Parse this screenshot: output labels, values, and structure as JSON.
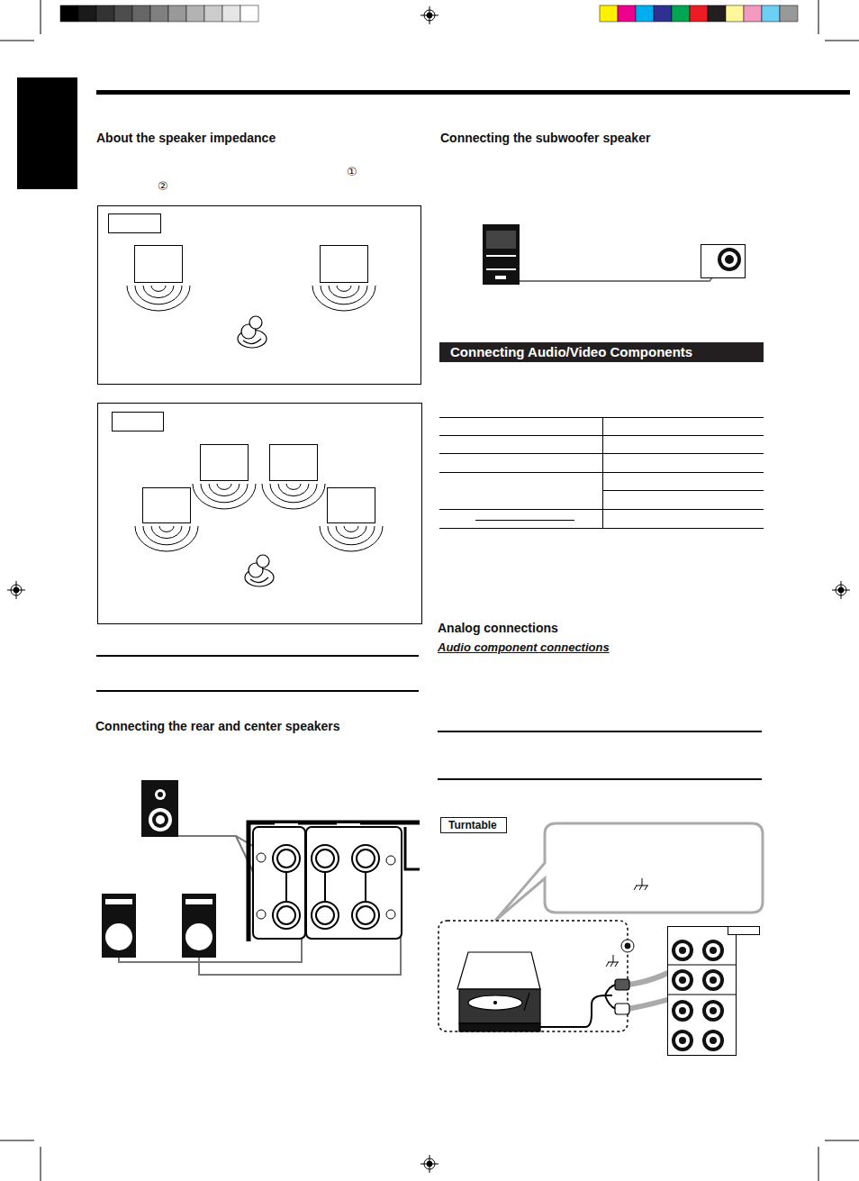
{
  "diagram": {
    "nodes": [
      {
        "text": [
          "Connecting Audio/Video Components"
        ]
      },
      {
        "text": [
          "Turntable"
        ]
      }
    ],
    "labels": [
      "About the speaker impedance",
      "①",
      "②",
      "Connecting the subwoofer speaker",
      "Analog connections",
      "Audio component connections",
      "Connecting the rear and center speakers"
    ]
  }
}
